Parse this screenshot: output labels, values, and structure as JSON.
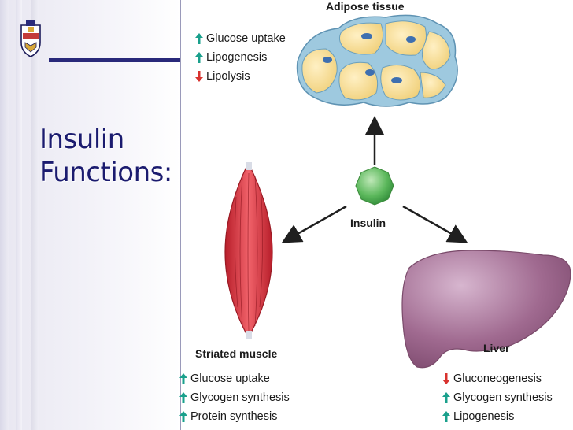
{
  "slide": {
    "title_lines": [
      "Insulin",
      "Functions:"
    ]
  },
  "diagram": {
    "center_label": "Insulin",
    "adipose": {
      "label": "Adipose tissue",
      "effects": [
        {
          "direction": "up",
          "text": "Glucose uptake"
        },
        {
          "direction": "up",
          "text": "Lipogenesis"
        },
        {
          "direction": "down",
          "text": "Lipolysis"
        }
      ]
    },
    "muscle": {
      "label": "Striated muscle",
      "effects": [
        {
          "direction": "up",
          "text": "Glucose uptake"
        },
        {
          "direction": "up",
          "text": "Glycogen synthesis"
        },
        {
          "direction": "up",
          "text": "Protein synthesis"
        }
      ]
    },
    "liver": {
      "label": "Liver",
      "effects": [
        {
          "direction": "down",
          "text": "Gluconeogenesis"
        },
        {
          "direction": "up",
          "text": "Glycogen synthesis"
        },
        {
          "direction": "up",
          "text": "Lipogenesis"
        }
      ]
    }
  },
  "colors": {
    "title": "#1b1b6f",
    "up_arrow": "#1aa08c",
    "down_arrow": "#d8322e",
    "insulin": "#5cb85c",
    "muscle": "#d93038",
    "liver": "#a06a90",
    "fat": "#f6d98a"
  }
}
